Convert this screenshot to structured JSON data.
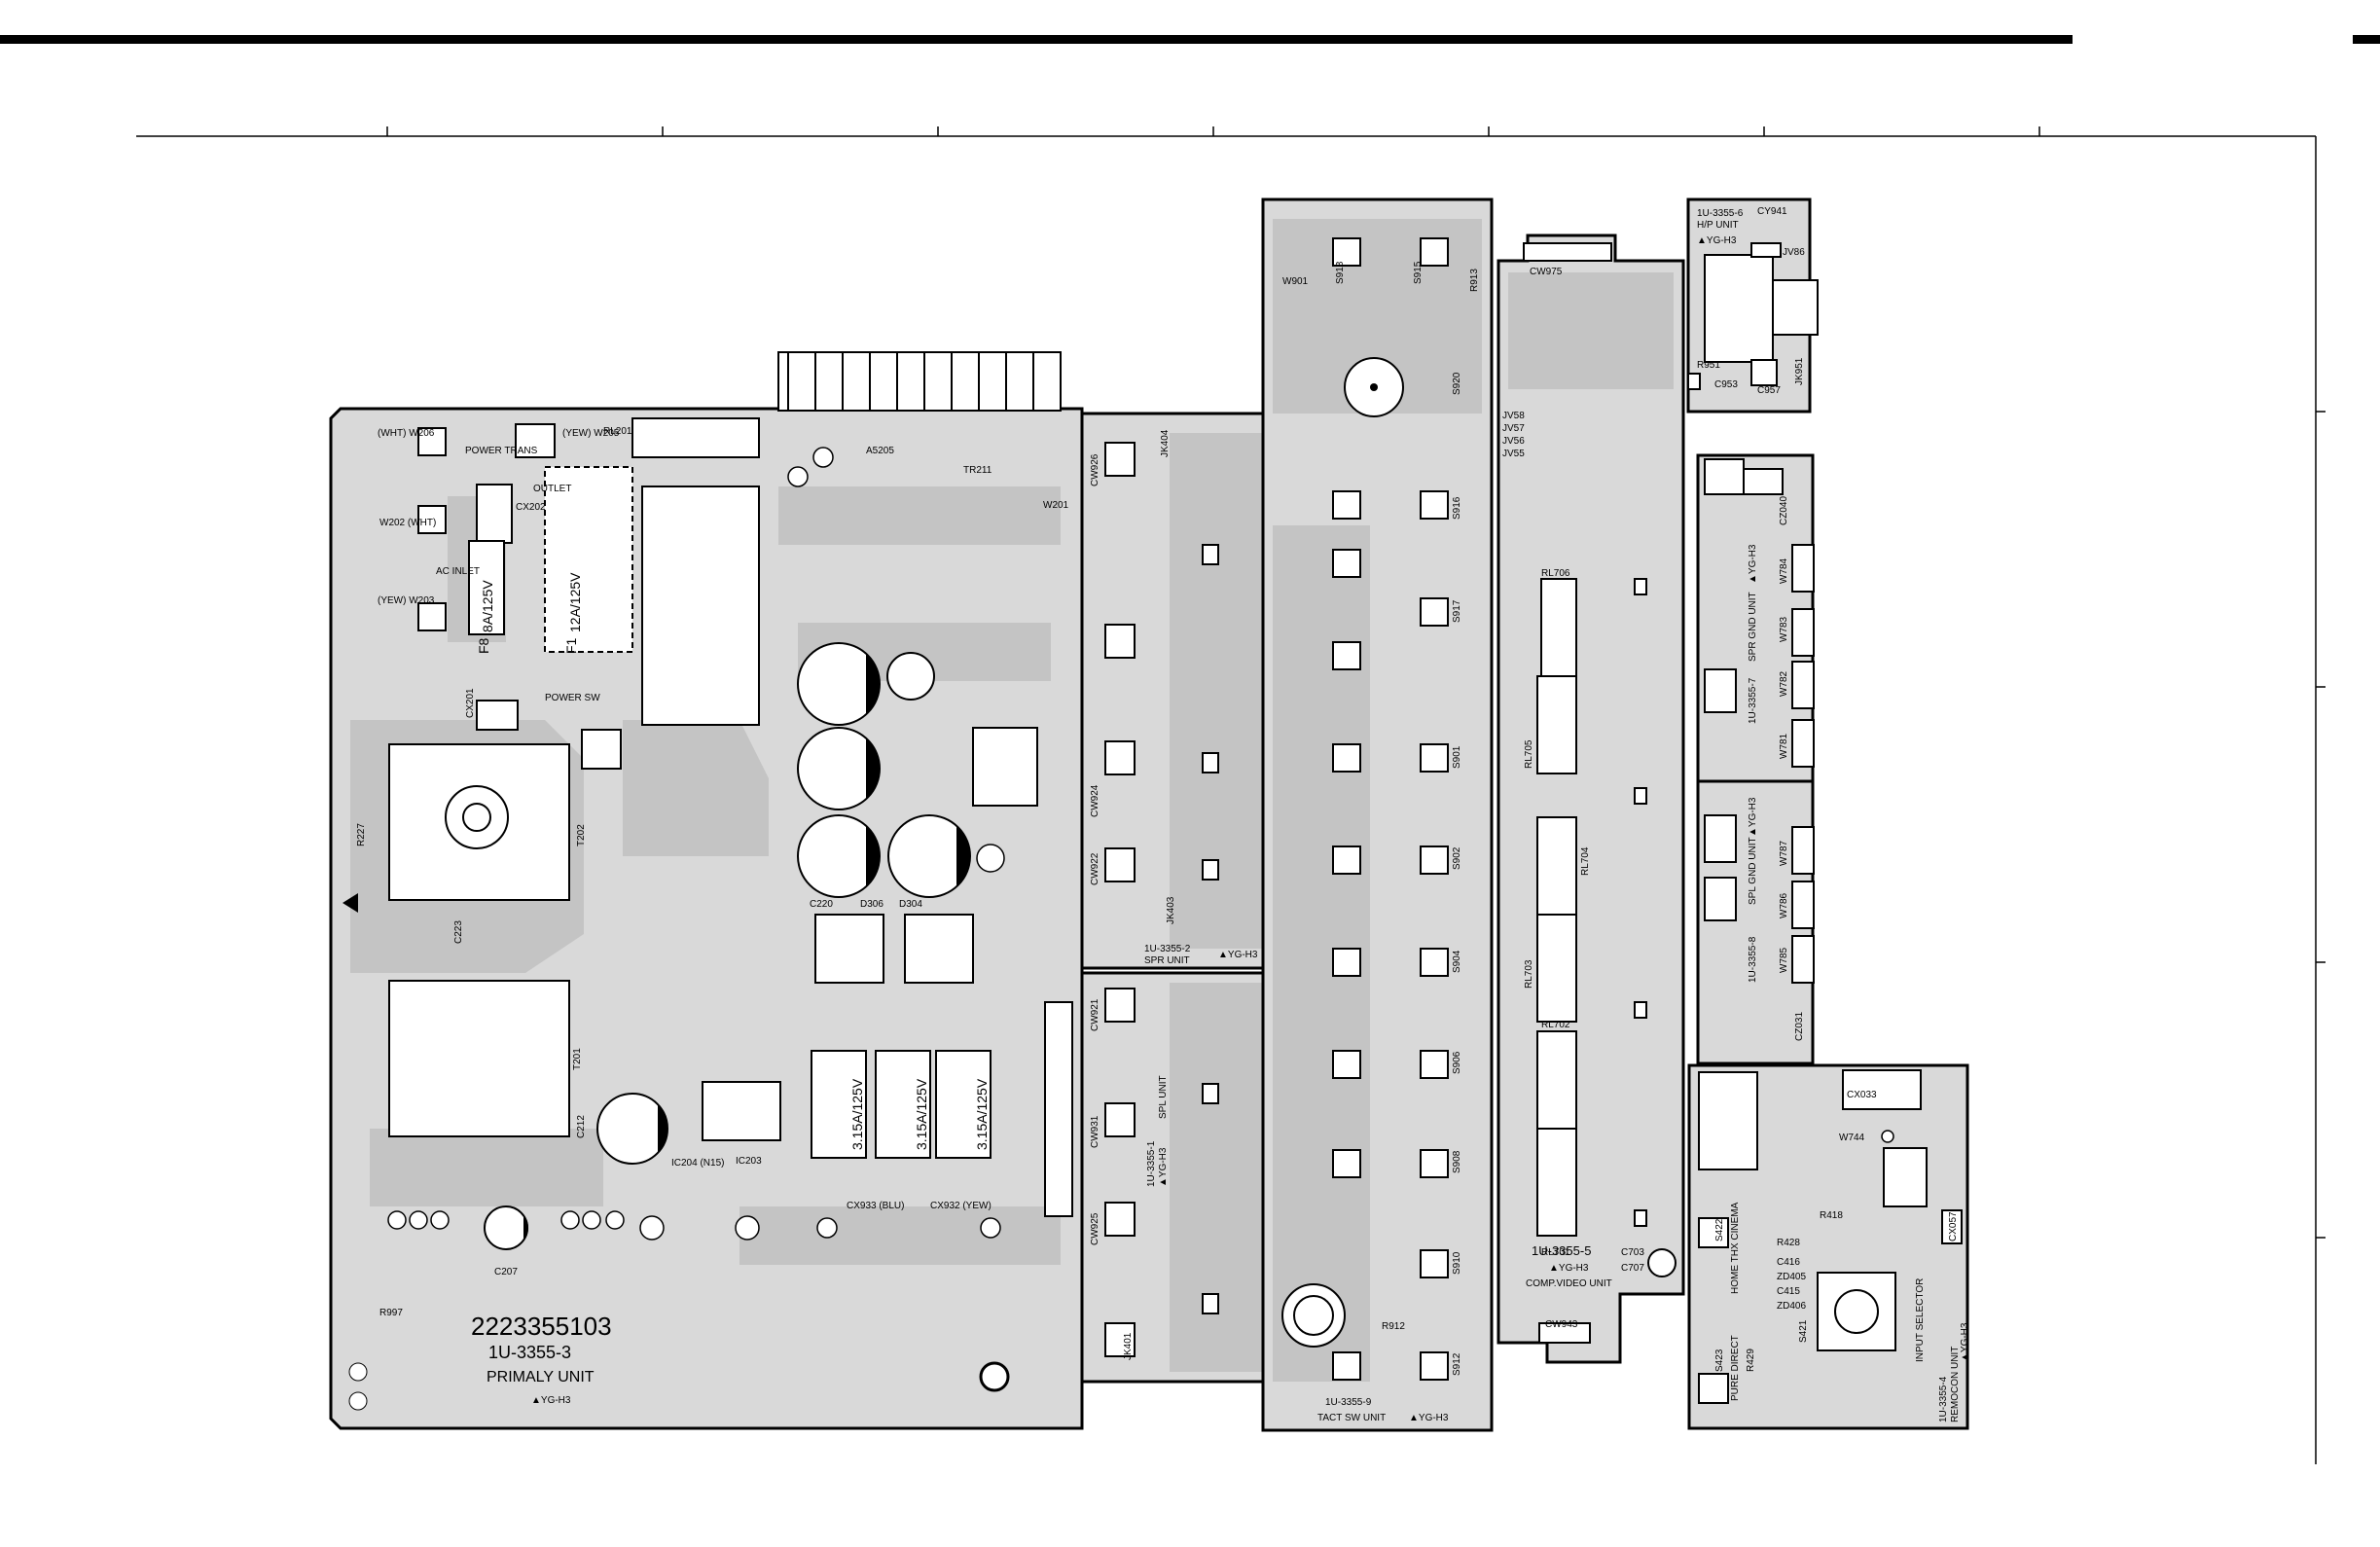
{
  "primary": {
    "part_no": "2223355103",
    "unit_code": "1U-3355-3",
    "unit_name": "PRIMALY UNIT",
    "mark": "▲YG-H3",
    "labels": {
      "w206": "(WHT) W206",
      "w205": "(YEW) W205",
      "power_trans": "POWER TRANS",
      "rl201": "RL201",
      "outlet": "OUTLET",
      "cx202": "CX202",
      "w202": "W202 (WHT)",
      "ac_inlet": "AC INLET",
      "w203": "(YEW) W203",
      "f8": "F8",
      "fuse_8a": "8A/125V",
      "f1": "F1",
      "fuse_12a": "12A/125V",
      "cx201": "CX201",
      "power_sw": "POWER SW",
      "r227": "R227",
      "t202": "T202",
      "c223": "C223",
      "t201": "T201",
      "c212": "C212",
      "c207": "C207",
      "r997": "R997",
      "fuse_315_a": "3.15A/125V",
      "fuse_315_b": "3.15A/125V",
      "fuse_315_c": "3.15A/125V",
      "cx933": "CX933 (BLU)",
      "cx932": "CX932 (YEW)",
      "ic204": "IC204 (N15)",
      "ic203": "IC203",
      "a5205": "A5205",
      "tr211": "TR211",
      "w201": "W201",
      "c220": "C220",
      "d306": "D306",
      "d304": "D304"
    }
  },
  "spr_unit": {
    "unit_code": "1U-3355-2",
    "unit_name": "SPR UNIT",
    "mark": "▲YG-H3",
    "labels": {
      "cw926": "CW926",
      "jk404": "JK404",
      "cw924": "CW924",
      "cw922": "CW922",
      "jk403": "JK403"
    }
  },
  "spl_unit": {
    "unit_code": "1U-3355-1",
    "unit_name": "SPL UNIT",
    "mark": "▲YG-H3",
    "labels": {
      "cw921": "CW921",
      "cw931": "CW931",
      "cw925": "CW925",
      "jk401": "JK401"
    }
  },
  "tact_sw": {
    "unit_code": "1U-3355-9",
    "unit_name": "TACT SW UNIT",
    "mark": "▲YG-H3",
    "labels": {
      "w901": "W901",
      "s918": "S918",
      "s915": "S915",
      "r913": "R913",
      "s920": "S920",
      "s916": "S916",
      "s917": "S917",
      "s901": "S901",
      "s902": "S902",
      "s904": "S904",
      "s906": "S906",
      "s908": "S908",
      "s910": "S910",
      "s912": "S912",
      "r912": "R912"
    }
  },
  "comp_video": {
    "unit_code": "1U-3355-5",
    "unit_name": "COMP.VIDEO UNIT",
    "mark": "▲YG-H3",
    "labels": {
      "cw975": "CW975",
      "cw943": "CW943",
      "jv58": "JV58",
      "jv57": "JV57",
      "jv56": "JV56",
      "jv55": "JV55",
      "rl706": "RL706",
      "rl705": "RL705",
      "rl704": "RL704",
      "rl703": "RL703",
      "rl702": "RL702",
      "rl701": "RL701",
      "c703": "C703",
      "c707": "C707"
    }
  },
  "hp_unit": {
    "unit_code": "1U-3355-6",
    "unit_name": "H/P UNIT",
    "mark": "▲YG-H3",
    "labels": {
      "cy941": "CY941",
      "jv86": "JV86",
      "r951": "R951",
      "c953": "C953",
      "c957": "C957",
      "jk951": "JK951"
    }
  },
  "spr_gnd": {
    "unit_code": "1U-3355-7",
    "unit_name": "SPR GND UNIT",
    "mark": "▲YG-H3",
    "labels": {
      "cz040": "CZ040",
      "w784": "W784",
      "w783": "W783",
      "w782": "W782",
      "w781": "W781"
    }
  },
  "spl_gnd": {
    "unit_code": "1U-3355-8",
    "unit_name": "SPL GND UNIT",
    "mark": "▲YG-H3",
    "labels": {
      "w787": "W787",
      "w786": "W786",
      "w785": "W785",
      "cz031": "CZ031"
    }
  },
  "remocon": {
    "unit_code": "1U-3355-4",
    "unit_name": "REMOCON UNIT",
    "mark": "▲YG-H3",
    "labels": {
      "cx033": "CX033",
      "w744": "W744",
      "cx057": "CX057",
      "home_thx": "HOME THX CINEMA",
      "pure_direct": "PURE DIRECT",
      "input_selector": "INPUT SELECTOR",
      "s422": "S422",
      "s423": "S423",
      "s421": "S421",
      "r418": "R418",
      "r428": "R428",
      "c416": "C416",
      "zd405": "ZD405",
      "c415": "C415",
      "zd406": "ZD406",
      "r429": "R429"
    }
  },
  "colors": {
    "board": "#d9d9d9",
    "trace": "#c4c4c4",
    "ink": "#000000",
    "background": "#ffffff"
  }
}
